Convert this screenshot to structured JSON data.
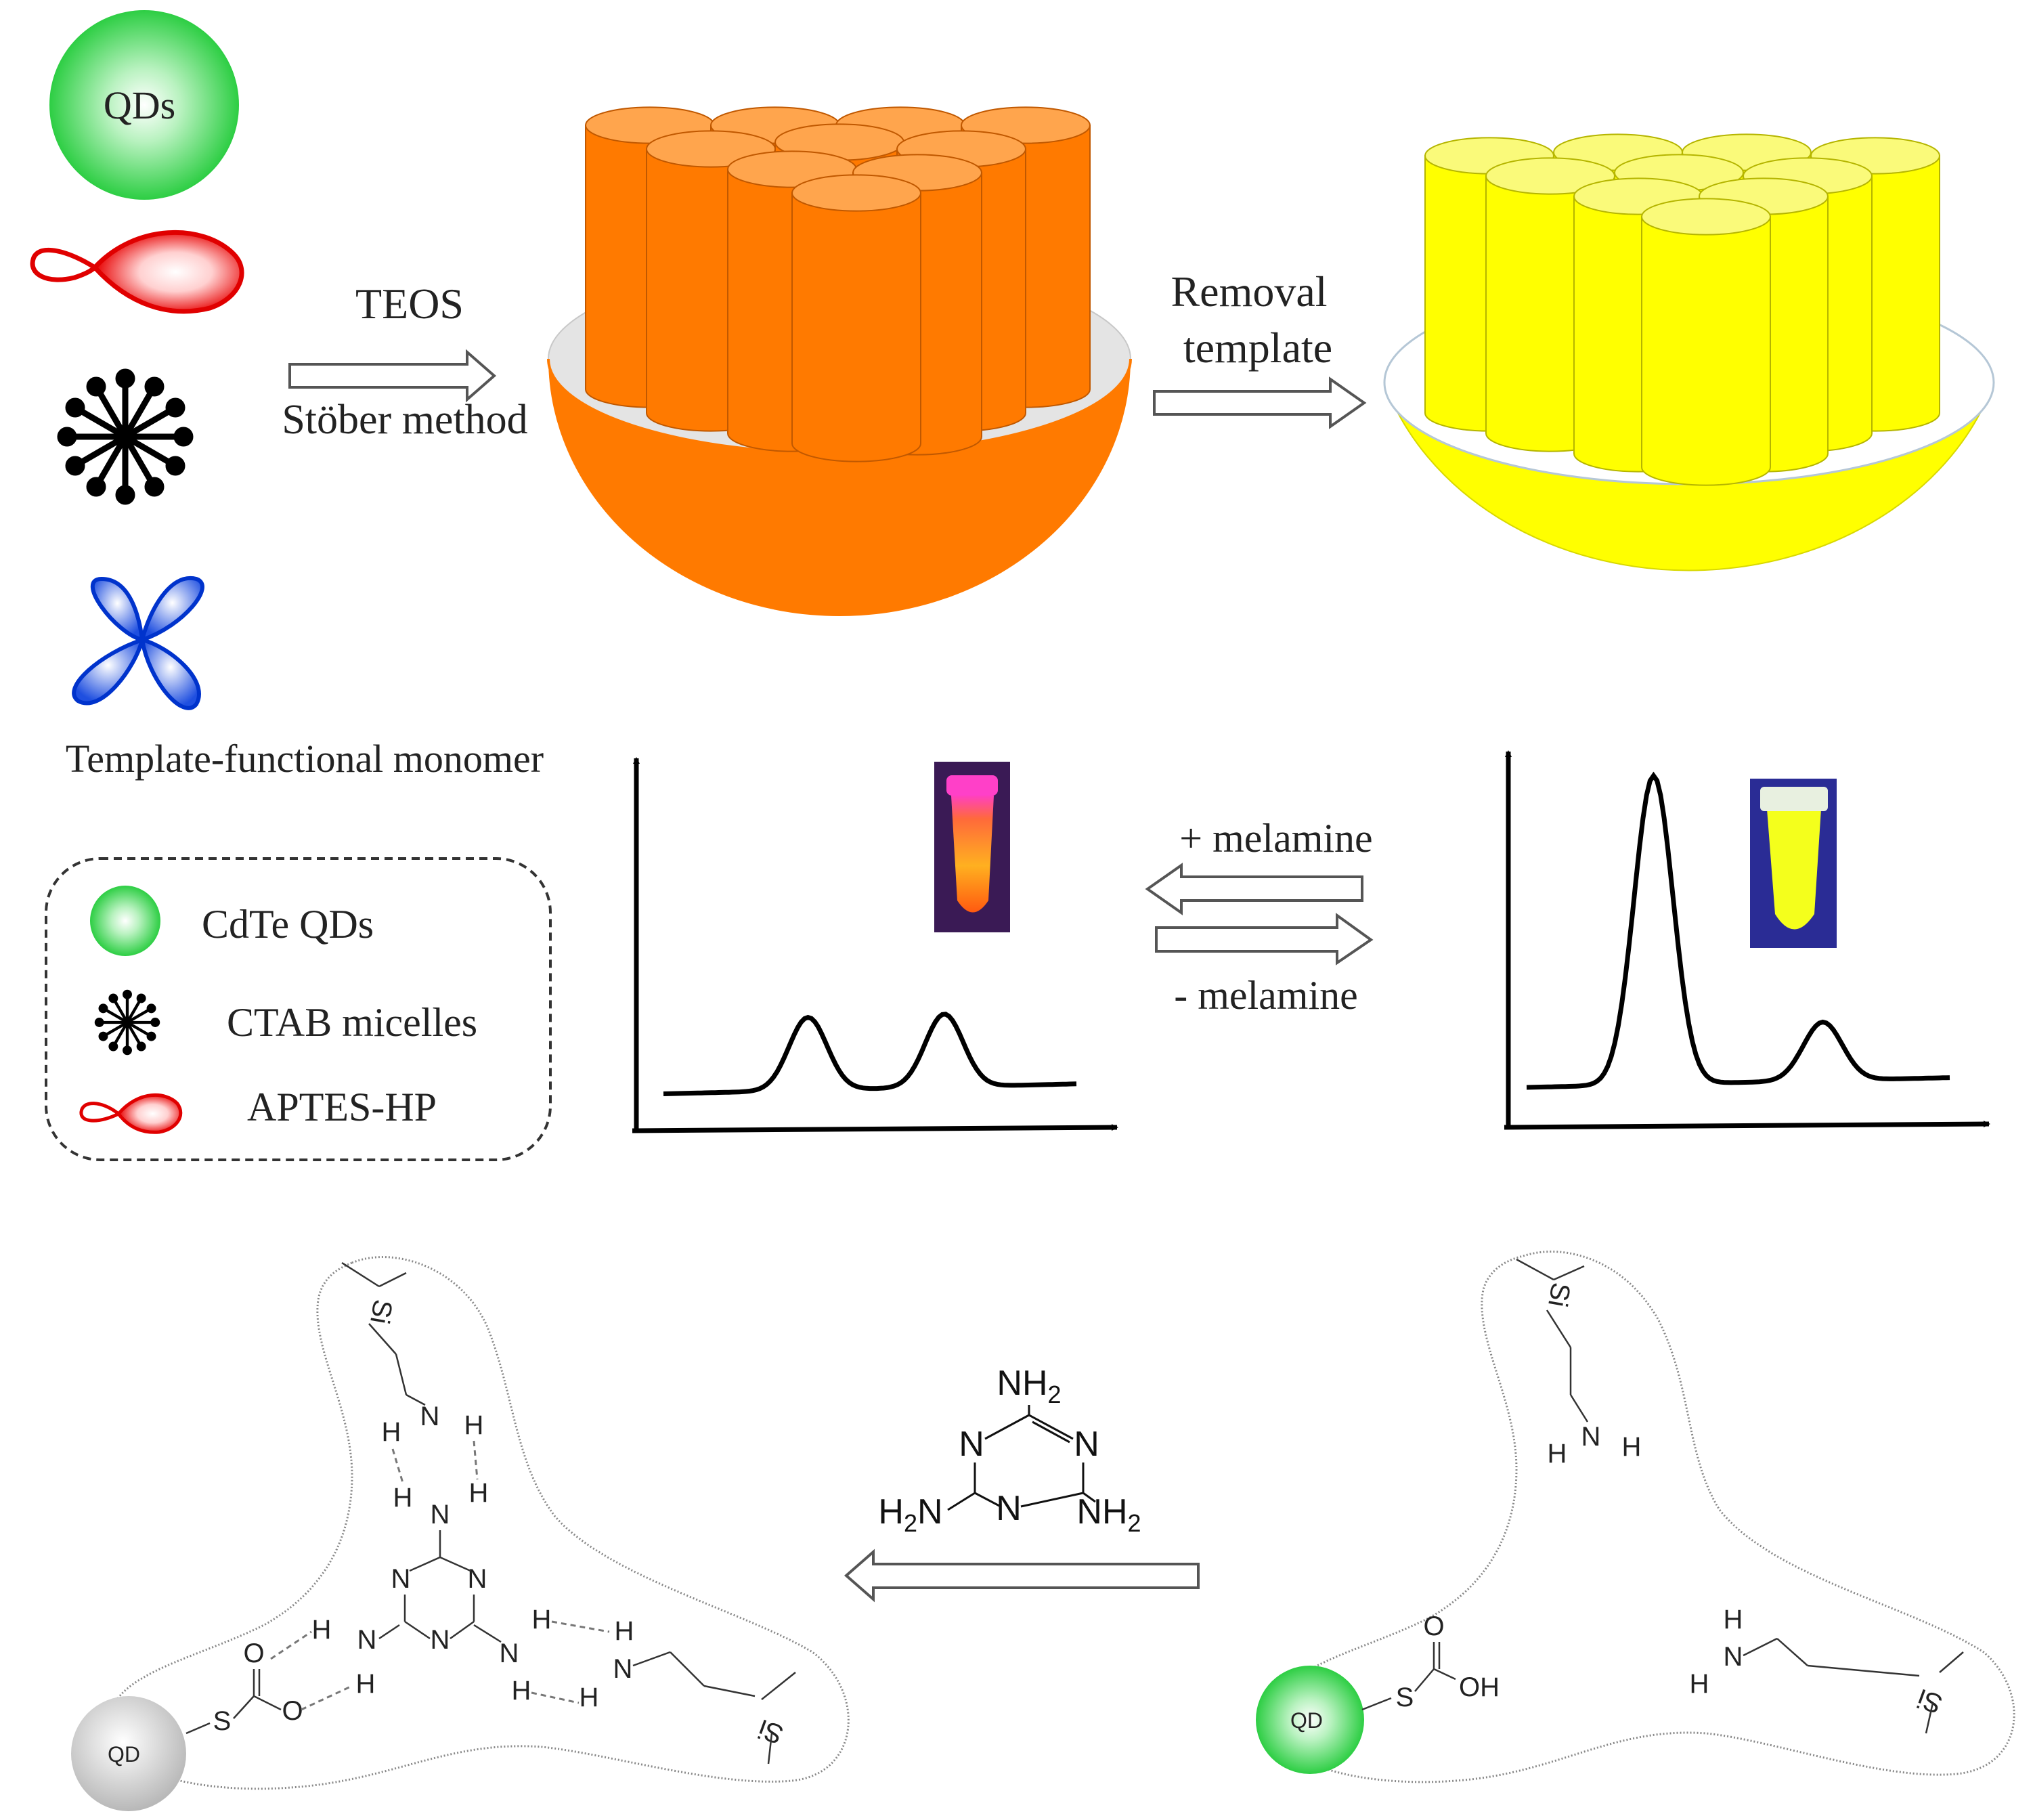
{
  "labels": {
    "qds_bubble": "QDs",
    "teos": "TEOS",
    "stober": "Stöber method",
    "removal_line1": "Removal",
    "removal_line2": "template",
    "template_monomer": "Template-functional monomer",
    "plus_melamine": "+ melamine",
    "minus_melamine": "- melamine"
  },
  "legend": {
    "items": [
      {
        "label": "CdTe QDs",
        "icon": "green-sphere-icon"
      },
      {
        "label": "CTAB micelles",
        "icon": "micelle-icon"
      },
      {
        "label": "APTES-HP",
        "icon": "red-droplet-icon"
      }
    ]
  },
  "melamine": {
    "nh2_top": "NH2",
    "h2n_left": "H2N",
    "nh2_right": "NH2",
    "n_left": "N",
    "n_right": "N",
    "n_bottom": "N"
  },
  "left_complex": {
    "si": "Si",
    "n_amine": "N",
    "h_amine_left": "H",
    "h_amine_right": "H",
    "h_mel_left": "H",
    "h_mel_right": "H",
    "n_mel_top": "N",
    "ring_n_left": "N",
    "ring_n_right": "N",
    "ring_n_bottom": "N",
    "h_nl": "H",
    "n_nl": "N",
    "h_nl_bottom": "H",
    "n_nr": "N",
    "h_nr_top": "H",
    "h_nr_bottom": "H",
    "h_am2_top": "H",
    "n_am2": "N",
    "h_am2_bottom": "H",
    "si2": "Si",
    "o_top": "O",
    "o_bottom": "O",
    "s": "S",
    "qd": "QD"
  },
  "right_complex": {
    "si": "Si",
    "n_amine": "N",
    "h_amine_left": "H",
    "h_amine_right": "H",
    "o": "O",
    "oh": "OH",
    "s": "S",
    "qd": "QD",
    "h_am2_top": "H",
    "n_am2": "N",
    "h_am2_bottom": "H",
    "si2": "Si"
  },
  "colors": {
    "orange": "#ff7a00",
    "orange_top": "#ffa54d",
    "yellow": "#ffff00",
    "yellow_top": "#fafa7a",
    "rim": "#e4e4e4",
    "green": "#22c93a",
    "red": "#e00000",
    "blue": "#0033cc"
  },
  "spectra": {
    "orange_state": {
      "peaks": [
        {
          "position": 0.35,
          "height": 0.22
        },
        {
          "position": 0.68,
          "height": 0.22
        }
      ]
    },
    "yellow_state": {
      "peaks": [
        {
          "position": 0.3,
          "height": 0.95
        },
        {
          "position": 0.7,
          "height": 0.18
        }
      ]
    }
  }
}
